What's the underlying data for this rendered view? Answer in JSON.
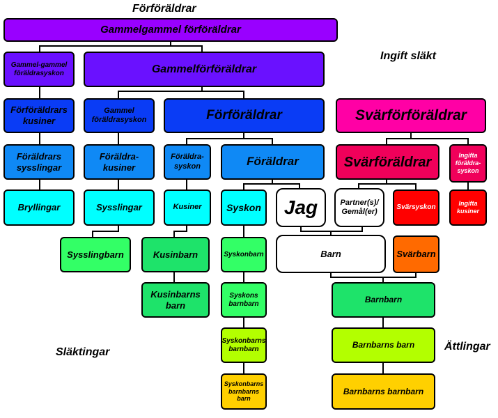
{
  "labels": {
    "top": "Förföräldrar",
    "ingift": "Ingift släkt",
    "slaktingar": "Släktingar",
    "attlingar": "Ättlingar"
  },
  "colors": {
    "violet": "#9900ff",
    "indigo": "#6a11ff",
    "blue": "#0a3cf5",
    "azure": "#0f89f5",
    "sky": "#0a9df8",
    "cyan": "#00ffff",
    "green": "#33ff66",
    "lime": "#b3ff00",
    "yellow": "#ffd000",
    "magenta": "#ff00a5",
    "crimson": "#f0005a",
    "red": "#ff0000",
    "orange": "#ff6a00",
    "white": "#ffffff"
  },
  "nodes": {
    "gammelgammel": "Gammelgammel förföräldrar",
    "gammelgammel_foraldrasyskon": "Gammel-gammel föräldrasyskon",
    "gammelforforaldrar": "Gammelförföräldrar",
    "forforaldrars_kusiner": "Förföräldrars kusiner",
    "gammel_foraldrasyskon": "Gammel föräldrasyskon",
    "forforaldrar": "Förföräldrar",
    "foraldrars_sysslingar": "Föräldrars sysslingar",
    "foraldrakusiner": "Föräldra-kusiner",
    "foraldrasyskon": "Föräldra-syskon",
    "foraldrar": "Föräldrar",
    "bryllingar": "Bryllingar",
    "sysslingar": "Sysslingar",
    "kusiner": "Kusiner",
    "syskon": "Syskon",
    "jag": "Jag",
    "partner": "Partner(s)/ Gemål(er)",
    "svarsyskon": "Svärsyskon",
    "ingifta_kusiner": "Ingifta kusiner",
    "svarforforaldrar": "Svärförföräldrar",
    "svarforaldrar": "Svärföräldrar",
    "ingifta_foraldrasyskon": "Ingifta föräldra-syskon",
    "sysslingbarn": "Sysslingbarn",
    "kusinbarn": "Kusinbarn",
    "kusinbarns_barn": "Kusinbarns barn",
    "syskonbarn": "Syskonbarn",
    "syskons_barnbarn": "Syskons barnbarn",
    "syskonbarns_barnbarn": "Syskonbarns barnbarn",
    "syskonbarns_barnbarns_barn": "Syskonbarns barnbarns barn",
    "barn": "Barn",
    "svarbarn": "Svärbarn",
    "barnbarn": "Barnbarn",
    "barnbarns_barn": "Barnbarns barn",
    "barnbarns_barnbarn": "Barnbarns barnbarn"
  }
}
